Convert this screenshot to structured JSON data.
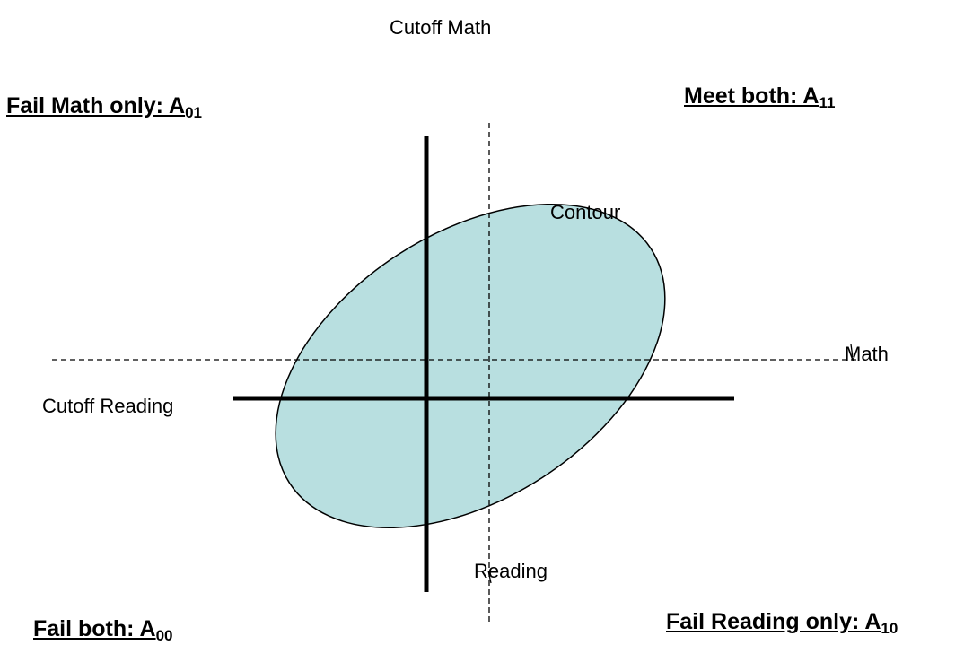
{
  "labels": {
    "cutoff_math": "Cutoff Math",
    "cutoff_reading": "Cutoff Reading",
    "contour": "Contour",
    "math": "Math",
    "reading": "Reading"
  },
  "regions": {
    "fail_math_only": {
      "text": "Fail Math only: A",
      "sub": "01"
    },
    "meet_both": {
      "text": "Meet both: A",
      "sub": "11"
    },
    "fail_both": {
      "text": "Fail both: A",
      "sub": "00"
    },
    "fail_reading_only": {
      "text": "Fail Reading only: A",
      "sub": "10"
    }
  },
  "colors": {
    "ellipse_fill": "#b8dfe0",
    "line": "#000000"
  }
}
